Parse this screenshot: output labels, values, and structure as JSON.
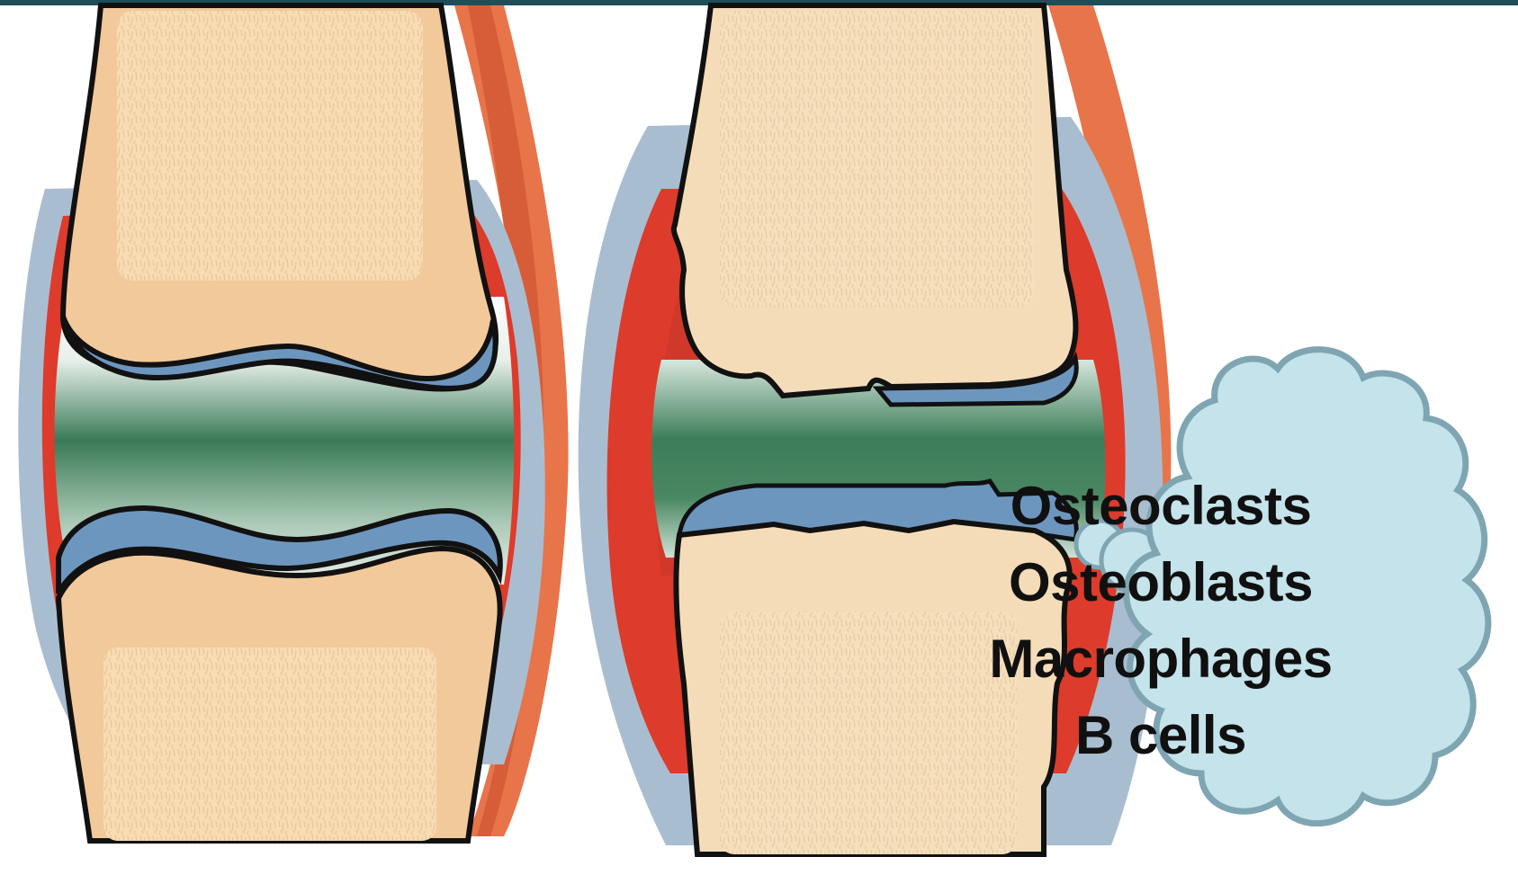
{
  "cloud": {
    "cell_types": [
      "Osteoclasts",
      "Osteoblasts",
      "Macrophages",
      "B cells"
    ]
  },
  "colors": {
    "bone": "#f2c99a",
    "marrow": "#f7dcb4",
    "cartilage": "#6d96bf",
    "synovial_fluid": "#3f7e5c",
    "synovium": "#dd3b2b",
    "capsule": "#a9bdd0",
    "muscle": "#e8744a",
    "cloud_fill": "#c4e3ea",
    "cloud_outline": "#7fa5b2",
    "top_bar": "#1e4f59"
  }
}
